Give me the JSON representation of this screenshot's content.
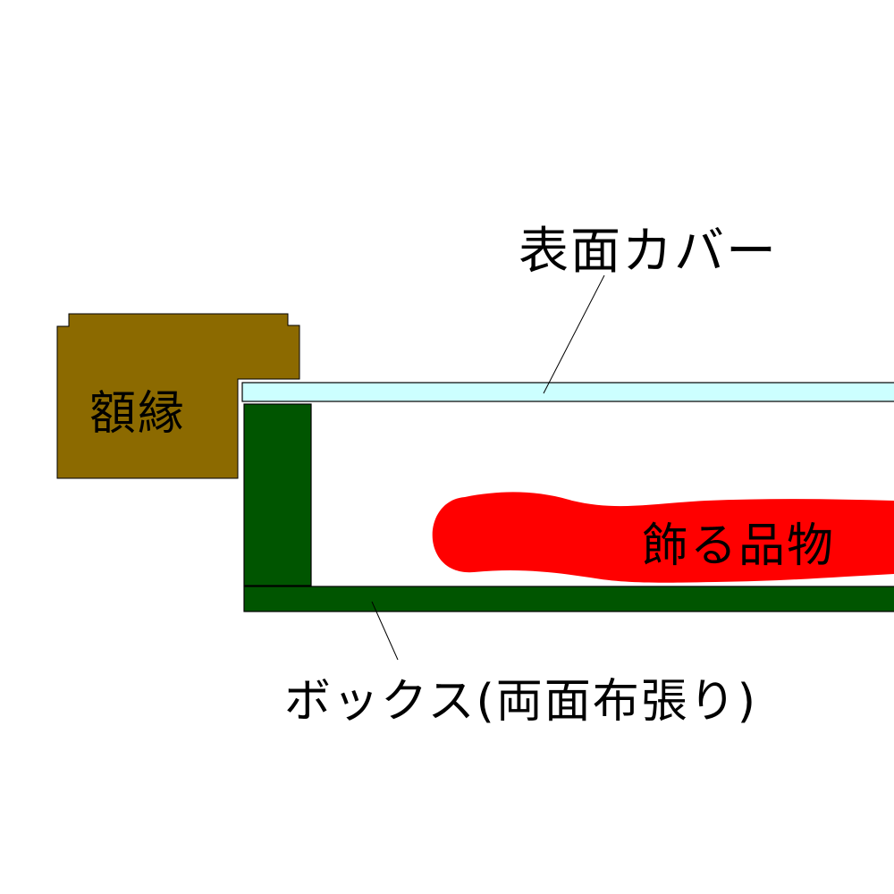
{
  "diagram": {
    "type": "cross-section",
    "labels": {
      "frame": "額縁",
      "cover": "表面カバー",
      "item": "飾る品物",
      "box": "ボックス(両面布張り)"
    },
    "colors": {
      "background": "#ffffff",
      "frame": "#8c6a00",
      "cover": "#ccffff",
      "box": "#005500",
      "item": "#ff0000",
      "outline": "#000000"
    }
  }
}
